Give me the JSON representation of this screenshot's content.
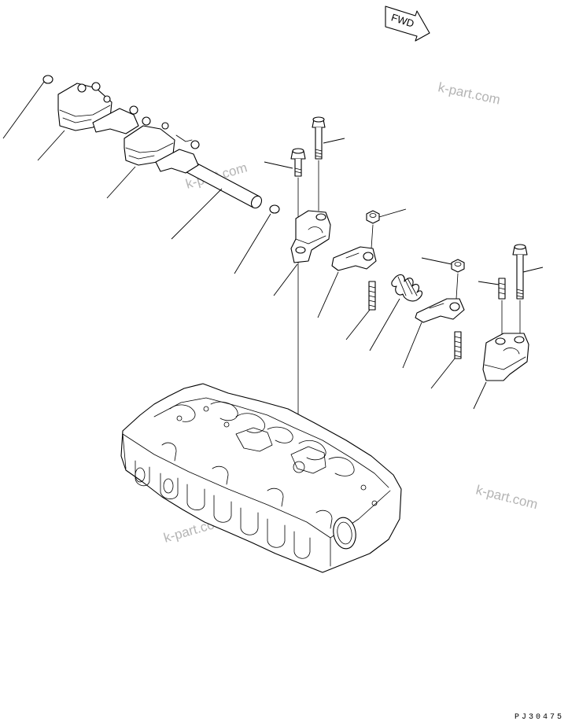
{
  "direction_marker": {
    "label": "FWD",
    "icon": "forward-arrow-icon"
  },
  "watermarks": [
    "k-part.com",
    "k-part.com",
    "k-part.com",
    "k-part.com"
  ],
  "drawing_code": "PJ30475",
  "colors": {
    "line": "#000000",
    "watermark": "#b4b4b4",
    "background": "#ffffff"
  }
}
